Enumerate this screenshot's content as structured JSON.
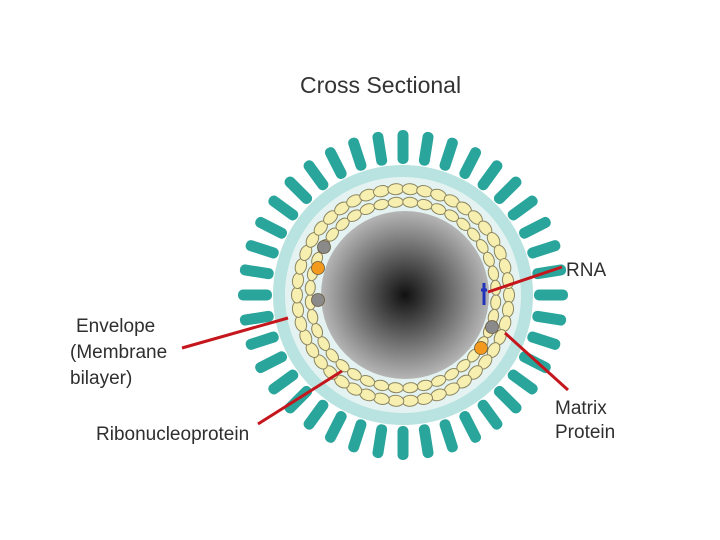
{
  "title": "Cross Sectional",
  "labels": {
    "rna": "RNA",
    "envelope": [
      "Envelope",
      "(Membrane",
      "bilayer)"
    ],
    "ribonucleoprotein": "Ribonucleoprotein",
    "matrix_protein": [
      "Matrix",
      "Protein"
    ]
  },
  "colors": {
    "spike": "#2aa59c",
    "envelope_ring": "#b9e3e0",
    "rnp_bead": "#f6efb0",
    "bead_outline": "#8c8560",
    "core_dark": "#111111",
    "core_light": "#b5b5b5",
    "matrix_orange": "#f39a1e",
    "matrix_gray": "#8a8a8a",
    "rna_blue": "#2233bb",
    "pointer_line": "#c4161c"
  },
  "icons": {
    "spikes": "glycoprotein-spike-icon",
    "virion": "virion-cross-section-icon"
  }
}
